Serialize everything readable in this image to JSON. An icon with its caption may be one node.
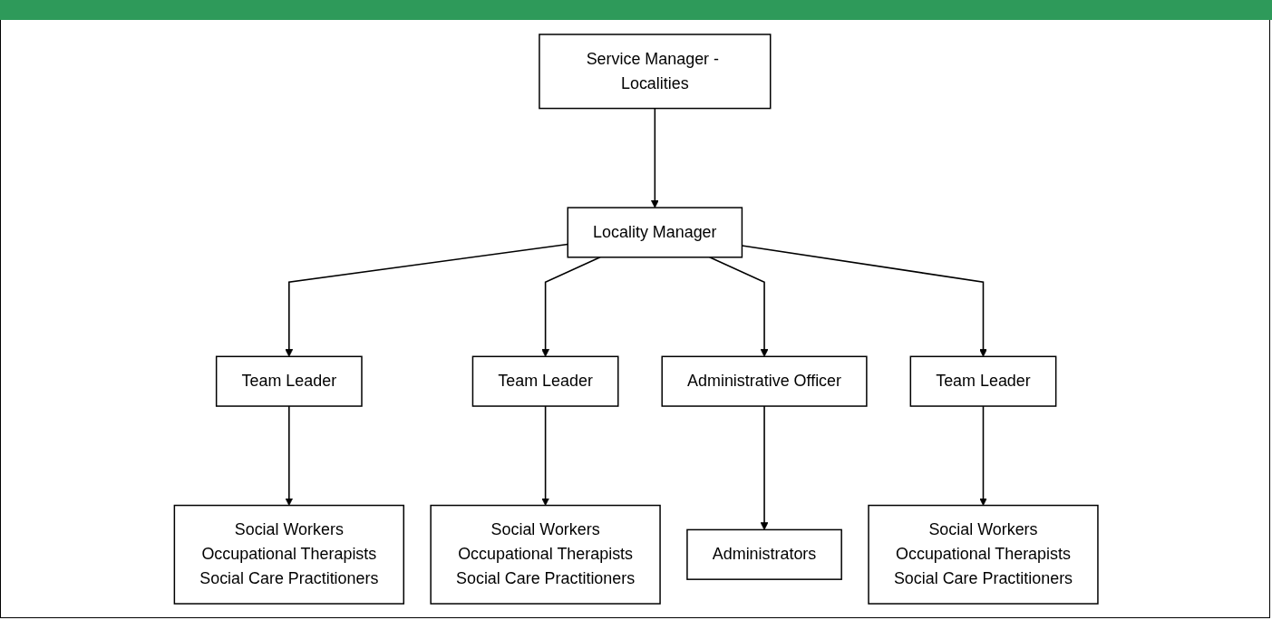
{
  "diagram": {
    "nodes": [
      {
        "text": [
          "Service Manager - Localities"
        ]
      },
      {
        "text": [
          "Locality Manager"
        ]
      },
      {
        "text": [
          "Team Leader"
        ]
      },
      {
        "text": [
          "Team Leader"
        ]
      },
      {
        "text": [
          "Administrative Officer"
        ]
      },
      {
        "text": [
          "Team Leader"
        ]
      },
      {
        "text": [
          "Social Workers",
          "Occupational Therapists",
          "Social Care Practitioners"
        ]
      },
      {
        "text": [
          "Social Workers",
          "Occupational Therapists",
          "Social Care Practitioners"
        ]
      },
      {
        "text": [
          "Administrators"
        ]
      },
      {
        "text": [
          "Social Workers",
          "Occupational Therapists",
          "Social Care Practitioners"
        ]
      }
    ],
    "edges": [
      {
        "from": 0,
        "to": 1,
        "arrow": "to"
      },
      {
        "from": 1,
        "to": 2,
        "arrow": "to"
      },
      {
        "from": 1,
        "to": 3,
        "arrow": "to"
      },
      {
        "from": 1,
        "to": 4,
        "arrow": "to"
      },
      {
        "from": 1,
        "to": 5,
        "arrow": "to"
      },
      {
        "from": 2,
        "to": 6,
        "arrow": "to"
      },
      {
        "from": 3,
        "to": 7,
        "arrow": "to"
      },
      {
        "from": 4,
        "to": 8,
        "arrow": "to"
      },
      {
        "from": 5,
        "to": 9,
        "arrow": "to"
      }
    ]
  }
}
